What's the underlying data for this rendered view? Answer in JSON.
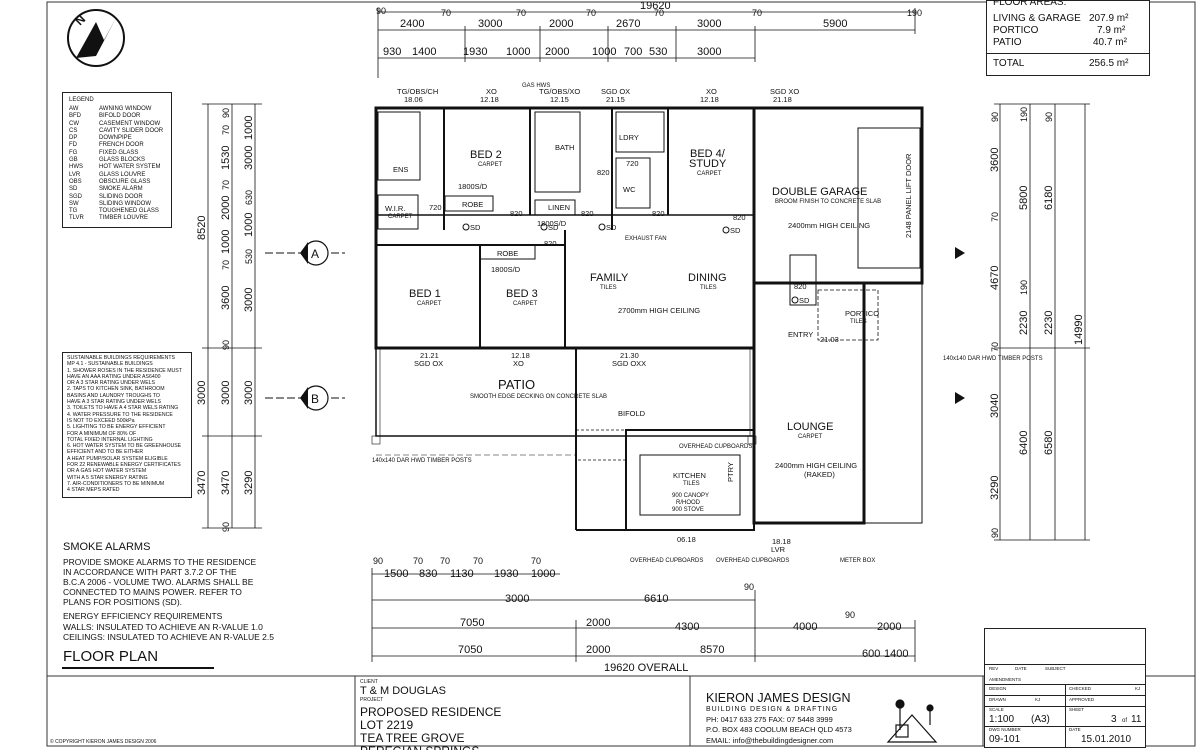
{
  "header": {
    "overall_top": "19620",
    "top_row1": [
      "2400",
      "70",
      "3000",
      "70",
      "2000",
      "70",
      "2670",
      "70",
      "3000",
      "70",
      "5900",
      "190"
    ],
    "top_row1_left": "90",
    "top_row2": [
      "930",
      "1400",
      "1930",
      "1000",
      "2000",
      "1000",
      "700",
      "530",
      "3000"
    ]
  },
  "floor_areas": {
    "title": "FLOOR AREAS:",
    "rows": [
      {
        "label": "LIVING & GARAGE",
        "value": "207.9 m²"
      },
      {
        "label": "PORTICO",
        "value": "7.9 m²"
      },
      {
        "label": "PATIO",
        "value": "40.7 m²"
      }
    ],
    "total_label": "TOTAL",
    "total_value": "256.5 m²"
  },
  "legend": {
    "title": "LEGEND",
    "items": [
      [
        "AW",
        "AWNING WINDOW"
      ],
      [
        "BFD",
        "BIFOLD DOOR"
      ],
      [
        "CW",
        "CASEMENT WINDOW"
      ],
      [
        "CS",
        "CAVITY SLIDER DOOR"
      ],
      [
        "DP",
        "DOWNPIPE"
      ],
      [
        "FD",
        "FRENCH DOOR"
      ],
      [
        "FG",
        "FIXED GLASS"
      ],
      [
        "GB",
        "GLASS BLOCKS"
      ],
      [
        "HWS",
        "HOT WATER SYSTEM"
      ],
      [
        "LVR",
        "GLASS LOUVRE"
      ],
      [
        "OBS",
        "OBSCURE GLASS"
      ],
      [
        "SD",
        "SMOKE ALARM"
      ],
      [
        "SGD",
        "SLIDING DOOR"
      ],
      [
        "SW",
        "SLIDING WINDOW"
      ],
      [
        "TG",
        "TOUGHENED GLASS"
      ],
      [
        "TLVR",
        "TIMBER LOUVRE"
      ]
    ]
  },
  "sustainable": {
    "lines": [
      "SUSTAINABLE BUILDINGS REQUIREMENTS",
      "MP 4.1 - SUSTAINABLE BUILDINGS",
      "1. SHOWER ROSES IN THE RESIDENCE MUST",
      "HAVE AN AAA RATING UNDER AS6400",
      "OR A 3 STAR RATING UNDER WELS",
      "2. TAPS TO KITCHEN SINK, BATHROOM",
      "BASINS AND LAUNDRY TROUGHS TO",
      "HAVE A 3 STAR RATING UNDER WELS",
      "3. TOILETS TO HAVE A 4 STAR WELS RATING",
      "4. WATER PRESSURE TO THE RESIDENCE",
      "IS NOT TO EXCEED 500kPa",
      "5. LIGHTING TO BE ENERGY EFFICIENT",
      "FOR A MINIMUM OF 80% OF",
      "TOTAL FIXED INTERNAL LIGHTING",
      "6. HOT WATER SYSTEM TO BE GREENHOUSE",
      "EFFICIENT AND TO BE EITHER",
      "A HEAT PUMP/SOLAR SYSTEM ELIGIBLE",
      "FOR 22 RENEWABLE ENERGY CERTIFICATES",
      "OR A GAS HOT WATER SYSTEM",
      "WITH A 5 STAR ENERGY RATING",
      "7. AIR-CONDITIONERS TO BE MINIMUM",
      "4 STAR MEPS RATED"
    ]
  },
  "smoke_alarms": {
    "title": "SMOKE ALARMS",
    "lines": [
      "PROVIDE SMOKE ALARMS TO THE RESIDENCE",
      "IN ACCORDANCE WITH PART 3.7.2 OF THE",
      "B.C.A 2006 - VOLUME TWO. ALARMS SHALL BE",
      "CONNECTED TO MAINS POWER. REFER TO",
      "PLANS FOR POSITIONS (SD)."
    ]
  },
  "energy": {
    "title": "ENERGY EFFICIENCY REQUIREMENTS",
    "lines": [
      "WALLS: INSULATED TO ACHIEVE AN R-VALUE 1.0",
      "CEILINGS: INSULATED TO ACHIEVE AN R-VALUE 2.5"
    ]
  },
  "plan_title": "FLOOR PLAN",
  "copyright": "© COPYRIGHT KIERON JAMES DESIGN 2006",
  "project": {
    "client_label": "CLIENT",
    "client": "T & M DOUGLAS",
    "project_label": "PROJECT",
    "lines": [
      "PROPOSED RESIDENCE",
      "LOT 2219",
      "TEA TREE GROVE",
      "PEREGIAN SPRINGS"
    ]
  },
  "designer": {
    "name": "KIERON JAMES DESIGN",
    "tagline": "BUILDING DESIGN & DRAFTING",
    "phone": "PH: 0417 633 275 FAX: 07 5448 3999",
    "po": "P.O. BOX 483 COOLUM BEACH QLD 4573",
    "email": "EMAIL: info@thebuildingdesigner.com"
  },
  "title_block": {
    "rev_heads": [
      "REV",
      "DATE",
      "SUBJECT"
    ],
    "amendments": "AMENDMENTS",
    "design_label": "DESIGN",
    "checked_label": "CHECKED",
    "checked_val": "KJ",
    "drawn_label": "DRAWN",
    "drawn_val": "KJ",
    "approved_label": "APPROVED",
    "scale_label": "SCALE",
    "scale": "1:100",
    "size": "(A3)",
    "sheet_label": "SHEET",
    "sheet": "3",
    "sheet_of": "11",
    "dwg_label": "DWG NUMBER",
    "dwg": "09-101",
    "date_label": "DATE",
    "date": "15.01.2010"
  },
  "rooms": {
    "bed2": "BED 2",
    "bed4": "BED 4/",
    "study": "STUDY",
    "garage": "DOUBLE GARAGE",
    "garage_ceiling": "2400mm HIGH CEILING",
    "garage_floor": "BROOM FINISH TO CONCRETE SLAB",
    "bed1": "BED 1",
    "bed3": "BED 3",
    "family": "FAMILY",
    "dining": "DINING",
    "living_ceiling": "2700mm HIGH CEILING",
    "patio": "PATIO",
    "patio_note": "SMOOTH EDGE DECKING ON CONCRETE SLAB",
    "lounge": "LOUNGE",
    "lounge_ceiling": "2400mm HIGH CEILING",
    "raked": "(RAKED)",
    "kitchen": "KITCHEN",
    "portico": "PORTICO",
    "entry": "ENTRY",
    "bath": "BATH",
    "ens": "ENS",
    "wir": "W.I.R.",
    "robe": "ROBE",
    "linen": "LINEN",
    "pantry": "PTRY",
    "lory": "LDRY",
    "wc": "WC",
    "bifold": "BIFOLD",
    "carpet": "CARPET",
    "tiles": "TILES",
    "robe_door": "1800S/D",
    "linen_door": "1800S/D",
    "panel_door": "2148 PANEL LIFT DOOR",
    "overhead_cupboards": "OVERHEAD CUPBOARDS",
    "canopy": "900 CANOPY",
    "rhood": "R/HOOD",
    "stove": "900 STOVE",
    "timber_posts": "140x140 DAR HWD TIMBER POSTS",
    "meter_box": "METER BOX",
    "exhaust_fan": "EXHAUST FAN",
    "gas_hws": "GAS HWS"
  },
  "window_labels": {
    "w1": "TG/OBS/CH",
    "w1v": "18.06",
    "w2": "XO",
    "w2v": "12.18",
    "w3": "TG/OBS/XO",
    "w3v": "12.15",
    "w4": "SGD OX",
    "w4v": "21.15",
    "w5": "XO",
    "w5v": "12.18",
    "w6": "SGD XO",
    "w6v": "21.18",
    "w7": "SGD OX",
    "w7v": "21.21",
    "w8": "XO",
    "w8v": "12.18",
    "w9": "SGD OXX",
    "w9v": "21.30",
    "w10": "21.03",
    "w10v": "21.03",
    "w11": "06.18",
    "w12": "18.18",
    "w12v": "LVR"
  },
  "door_labels": [
    "820",
    "820",
    "820",
    "820",
    "820",
    "820",
    "820",
    "720",
    "720"
  ],
  "section_markers": [
    "A",
    "B"
  ],
  "left_dims_outer": [
    "8520",
    "3000",
    "3470"
  ],
  "left_dims_inner": [
    "90",
    "70",
    "1530",
    "70",
    "2000",
    "1000",
    "70",
    "3600",
    "90",
    "3000",
    "3470",
    "90"
  ],
  "left_dims_mid": [
    "1000",
    "3000",
    "630",
    "1000",
    "530",
    "3000",
    "3000",
    "3290"
  ],
  "right_dims": {
    "col1": [
      "90",
      "3600",
      "70",
      "4670",
      "70",
      "3040",
      "3290",
      "90"
    ],
    "col2": [
      "190",
      "5800",
      "190",
      "2230",
      "6400"
    ],
    "col3": [
      "90",
      "6180",
      "2230",
      "6580"
    ],
    "overall": "14990"
  },
  "bottom_dims": {
    "row1": [
      "90",
      "70",
      "70",
      "70",
      "70"
    ],
    "row1b": [
      "1500",
      "830",
      "1130",
      "1930",
      "1000"
    ],
    "row2": [
      "3000",
      "6610",
      "90"
    ],
    "row3": [
      "7050",
      "2000",
      "4300",
      "4000",
      "90",
      "2000"
    ],
    "row4": [
      "7050",
      "2000",
      "8570",
      "600",
      "1400"
    ],
    "overall": "19620 OVERALL"
  }
}
